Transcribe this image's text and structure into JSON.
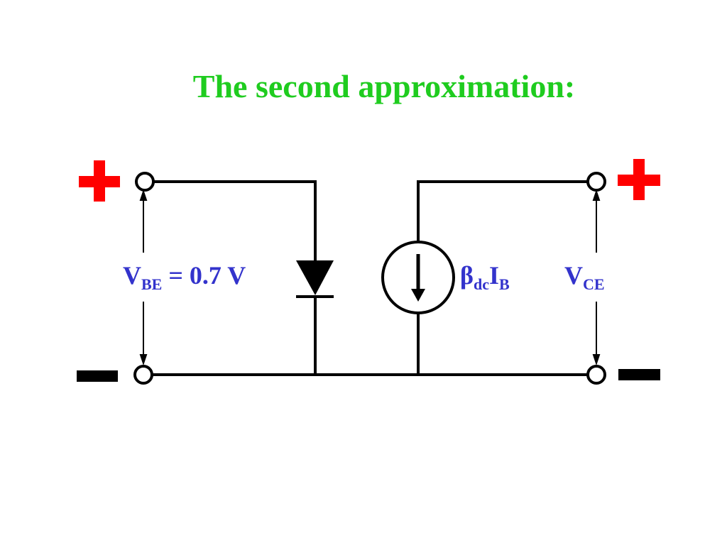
{
  "title": "The second approximation:",
  "colors": {
    "title": "#1fcc1f",
    "label": "#3333cc",
    "plus": "#ff0000",
    "minus": "#000000",
    "wire": "#000000"
  },
  "labels": {
    "vbe": {
      "main": "V",
      "sub": "BE",
      "rest": " = 0.7 V"
    },
    "beta": {
      "main": "β",
      "sub": "dc",
      "main2": "I",
      "sub2": "B"
    },
    "vce": {
      "main": "V",
      "sub": "CE"
    }
  },
  "polarity": {
    "plus": "+",
    "minus": "−"
  },
  "icons": [
    "plus-sign",
    "minus-sign",
    "diode-symbol",
    "current-source-symbol",
    "terminal-circle"
  ]
}
